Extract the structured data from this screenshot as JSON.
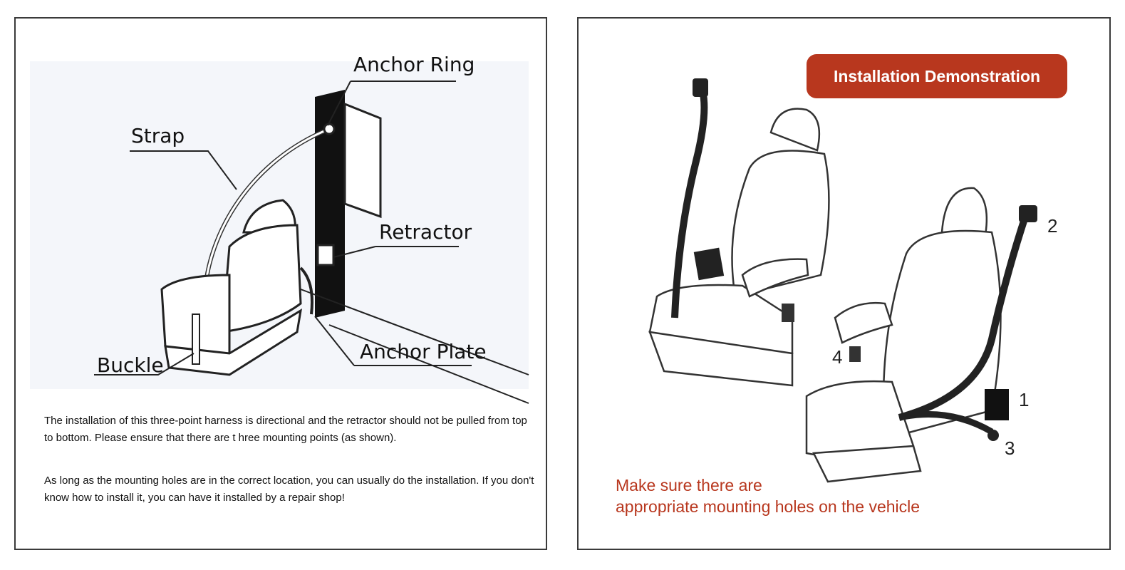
{
  "left": {
    "labels": {
      "anchor_ring": "Anchor Ring",
      "strap": "Strap",
      "retractor": "Retractor",
      "anchor_plate": "Anchor Plate",
      "buckle": "Buckle"
    },
    "paragraph_1": "The installation of this three-point harness is directional and the retractor should not be pulled from top to bottom. Please ensure that there are t hree mounting points (as shown).",
    "paragraph_2": "As long as the mounting holes are in the correct location, you can usually do the installation. If you don't know how to install it, you can have it installed by a repair shop!"
  },
  "right": {
    "badge": "Installation  Demonstration",
    "note_line_1": "Make sure  there are",
    "note_line_2": "appropriate mounting holes on the vehicle",
    "points": [
      "1",
      "2",
      "3",
      "4"
    ],
    "badge_color": "#b8371e"
  }
}
